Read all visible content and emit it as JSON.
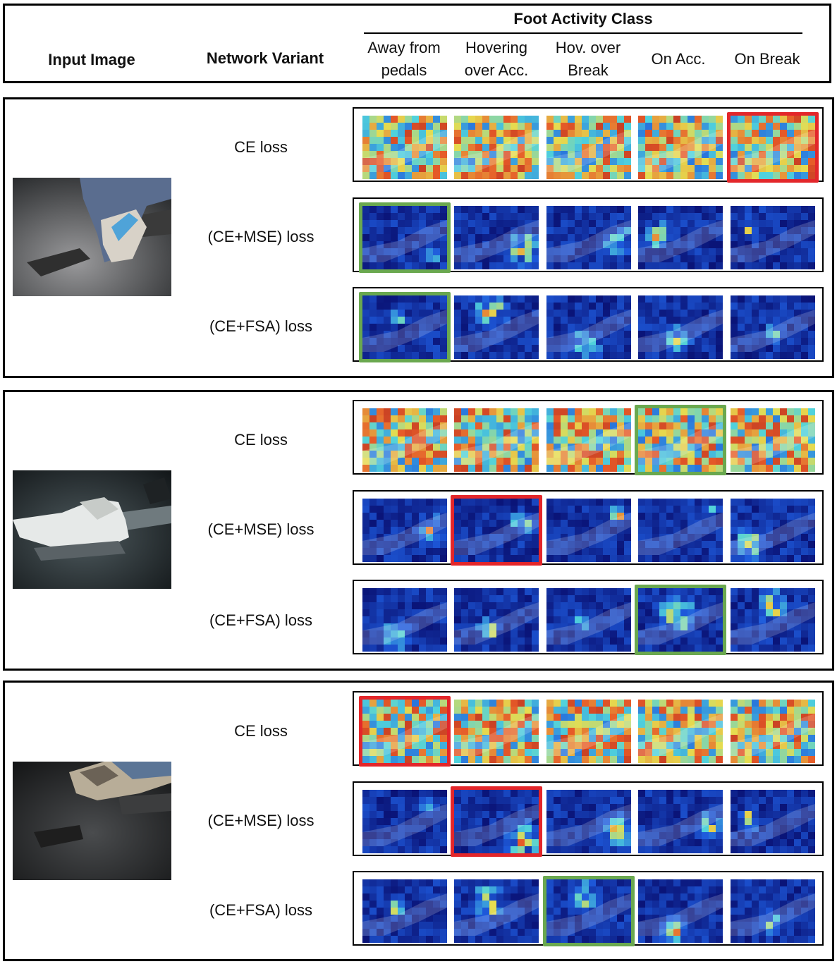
{
  "header": {
    "input_image_label": "Input Image",
    "network_variant_label": "Network Variant",
    "class_group_title": "Foot Activity Class",
    "classes": [
      "Away from\npedals",
      "Hovering\nover Acc.",
      "Hov. over\nBreak",
      "On Acc.",
      "On Break"
    ]
  },
  "variants": [
    "CE loss",
    "(CE+MSE) loss",
    "(CE+FSA) loss"
  ],
  "highlight_colors": {
    "correct": "#6aa84f",
    "wrong": "#e3262a"
  },
  "groups": [
    {
      "highlights": [
        {
          "row": 0,
          "col": 4,
          "kind": "wrong"
        },
        {
          "row": 1,
          "col": 0,
          "kind": "correct"
        },
        {
          "row": 2,
          "col": 0,
          "kind": "correct"
        }
      ]
    },
    {
      "highlights": [
        {
          "row": 0,
          "col": 3,
          "kind": "correct"
        },
        {
          "row": 1,
          "col": 1,
          "kind": "wrong"
        },
        {
          "row": 2,
          "col": 3,
          "kind": "correct"
        }
      ]
    },
    {
      "highlights": [
        {
          "row": 0,
          "col": 0,
          "kind": "wrong"
        },
        {
          "row": 1,
          "col": 1,
          "kind": "wrong"
        },
        {
          "row": 2,
          "col": 2,
          "kind": "correct"
        }
      ]
    }
  ]
}
